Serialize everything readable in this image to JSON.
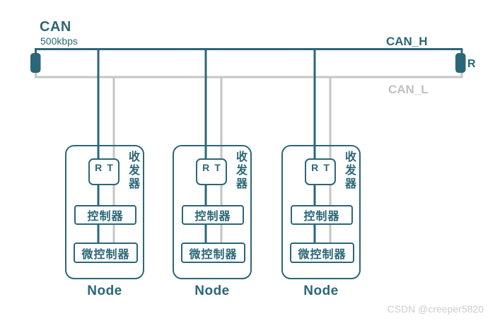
{
  "colors": {
    "teal": "#2B6777",
    "line_gray": "#C5C5C5",
    "label_gray": "#C0C0C0",
    "watermark_gray": "#CDCDCD",
    "background": "#FFFFFF"
  },
  "header": {
    "title": "CAN",
    "bitrate": "500kbps"
  },
  "bus": {
    "can_h_label": "CAN_H",
    "can_l_label": "CAN_L",
    "right_terminator_label": "R"
  },
  "nodes": [
    {
      "name": "Node",
      "rx": "R",
      "tx": "T",
      "transceiver": "收发器",
      "controller": "控制器",
      "microcontroller": "微控制器"
    },
    {
      "name": "Node",
      "rx": "R",
      "tx": "T",
      "transceiver": "收发器",
      "controller": "控制器",
      "microcontroller": "微控制器"
    },
    {
      "name": "Node",
      "rx": "R",
      "tx": "T",
      "transceiver": "收发器",
      "controller": "控制器",
      "microcontroller": "微控制器"
    }
  ],
  "watermark": "CSDN @creeper5820"
}
